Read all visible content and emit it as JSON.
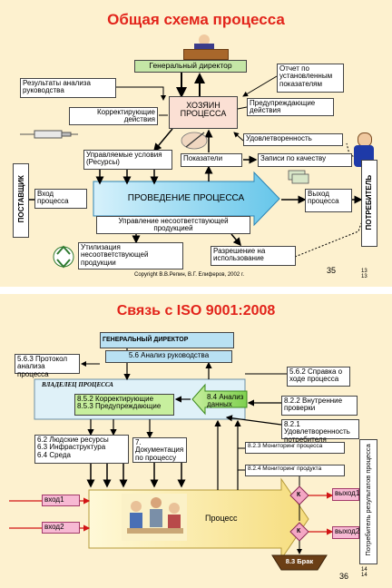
{
  "slide1": {
    "title": "Общая схема процесса",
    "director": "Генеральный директор",
    "mgmt_review": "Результаты анализа руководства",
    "report": "Отчет  по установленным показателям",
    "owner": "ХОЗЯИН ПРОЦЕССА",
    "corrective": "Корректирующие действия",
    "preventive": "Предупреждающие действия",
    "satisfaction": "Удовлетворенность",
    "managed_conditions": "Управляемые условия (Ресурсы)",
    "indicators": "Показатели",
    "quality_records": "Записи по качеству",
    "supplier": "ПОСТАВЩИК",
    "input": "Вход процесса",
    "process": "ПРОВЕДЕНИЕ ПРОЦЕССА",
    "output": "Выход процесса",
    "consumer": "ПОТРЕБИТЕЛЬ",
    "nonconforming_mgmt": "Управление несоответствующей продукцией",
    "disposal": "Утилизация несоответствующей продукции",
    "use_permission": "Разрешение на использование",
    "copyright": "Copyright В.В.Репин,  В.Г. Елиферов, 2002 г.",
    "page": "35",
    "page_small": "13\n13"
  },
  "slide2": {
    "title": "Связь с ISO 9001:2008",
    "director": "ГЕНЕРАЛЬНЫЙ ДИРЕКТОР",
    "mgmt_analysis": "5.6 Анализ руководства",
    "protocol": "5.6.3 Протокол анализа процесса",
    "reference": "5.6.2 Справка о ходе процесса",
    "owner": "ВЛАДЕЛЕЦ  ПРОЦЕССА",
    "corr_prev": "8.5.2 Корректирующие\n8.5.3 Предупреждающие",
    "data_analysis": "8.4 Анализ данных",
    "internal_audits": "8.2.2 Внутренние проверки",
    "satisfaction": "8.2.1 Удовлетворенность потребителя",
    "resources": "6.2 Людские ресурсы\n6.3 Инфраструктура\n6.4 Среда",
    "documentation": "7. Документация по процессу",
    "monitoring_process": "8.2.3 Мониторинг процесса",
    "monitoring_product": "8.2.4 Мониторинг продукта",
    "consumer": "Потребитель результатов процесса",
    "input1": "вход1",
    "input2": "вход2",
    "process": "Процесс",
    "output1": "выход1",
    "output2": "выход2",
    "control": "К",
    "scrap": "8.3 Брак",
    "page": "36",
    "page_small": "14\n14"
  }
}
